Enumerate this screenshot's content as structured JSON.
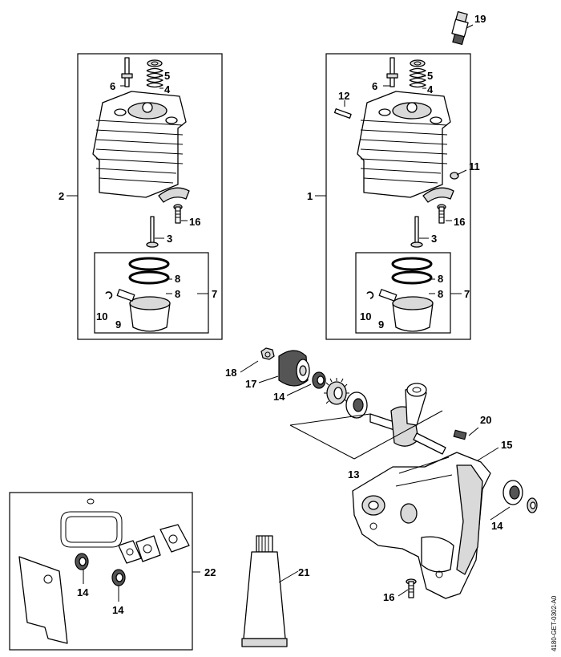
{
  "diagram": {
    "reference_code": "4180-GET-0302-A0",
    "callouts": {
      "c1": "1",
      "c2": "2",
      "c3a": "3",
      "c3b": "3",
      "c4a": "4",
      "c4b": "4",
      "c5a": "5",
      "c5b": "5",
      "c6a": "6",
      "c6b": "6",
      "c7a": "7",
      "c7b": "7",
      "c8a": "8",
      "c8b": "8",
      "c8c": "8",
      "c8d": "8",
      "c9a": "9",
      "c9b": "9",
      "c10a": "10",
      "c10b": "10",
      "c11": "11",
      "c12": "12",
      "c13": "13",
      "c14a": "14",
      "c14b": "14",
      "c14c": "14",
      "c14d": "14",
      "c15": "15",
      "c16a": "16",
      "c16b": "16",
      "c16c": "16",
      "c17": "17",
      "c18": "18",
      "c19": "19",
      "c20": "20",
      "c21": "21",
      "c22": "22"
    }
  }
}
